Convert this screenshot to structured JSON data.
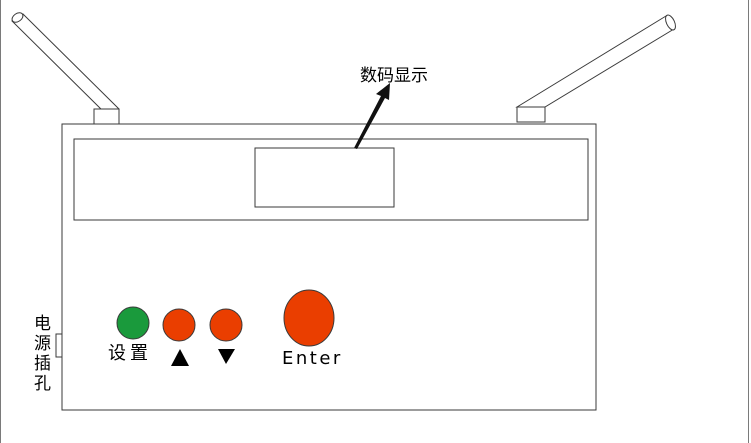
{
  "labels": {
    "display_label": "数码显示",
    "power_socket_label": "电源插孔",
    "set_button_label": "设置",
    "enter_button_label": "Enter"
  },
  "icons": {
    "up": "triangle-up-icon",
    "down": "triangle-down-icon"
  },
  "colors": {
    "set_button": "#1a9a3c",
    "arrow_buttons": "#ea3e00",
    "enter_button": "#ea3e00",
    "outline": "#3a3a3a"
  }
}
